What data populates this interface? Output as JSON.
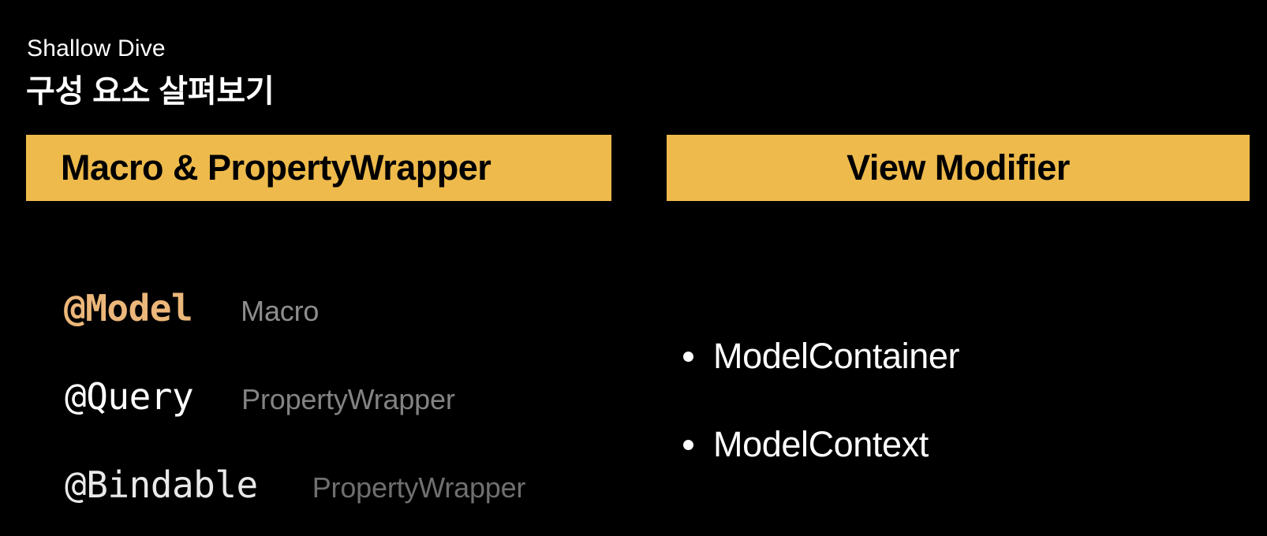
{
  "slide": {
    "background_color": "#000000",
    "eyebrow": "Shallow Dive",
    "headline": "구성 요소 살펴보기"
  },
  "banners": {
    "accent_color": "#edba4b",
    "text_color": "#000000",
    "left": {
      "label": "Macro & PropertyWrapper",
      "align": "left"
    },
    "right": {
      "label": "View Modifier",
      "align": "center"
    }
  },
  "left_column": {
    "items": [
      {
        "name": "@Model",
        "kind": "Macro",
        "name_color": "#ecb77a",
        "kind_color": "#8d8d8d"
      },
      {
        "name": "@Query",
        "kind": "PropertyWrapper",
        "name_color": "#ffffff",
        "kind_color": "#838383"
      },
      {
        "name": "@Bindable",
        "kind": "PropertyWrapper",
        "name_color": "#e9e9e9",
        "kind_color": "#6f6f6f"
      }
    ]
  },
  "right_column": {
    "bullets": [
      {
        "label": "ModelContainer"
      },
      {
        "label": "ModelContext"
      }
    ],
    "bullet_color": "#ffffff"
  }
}
